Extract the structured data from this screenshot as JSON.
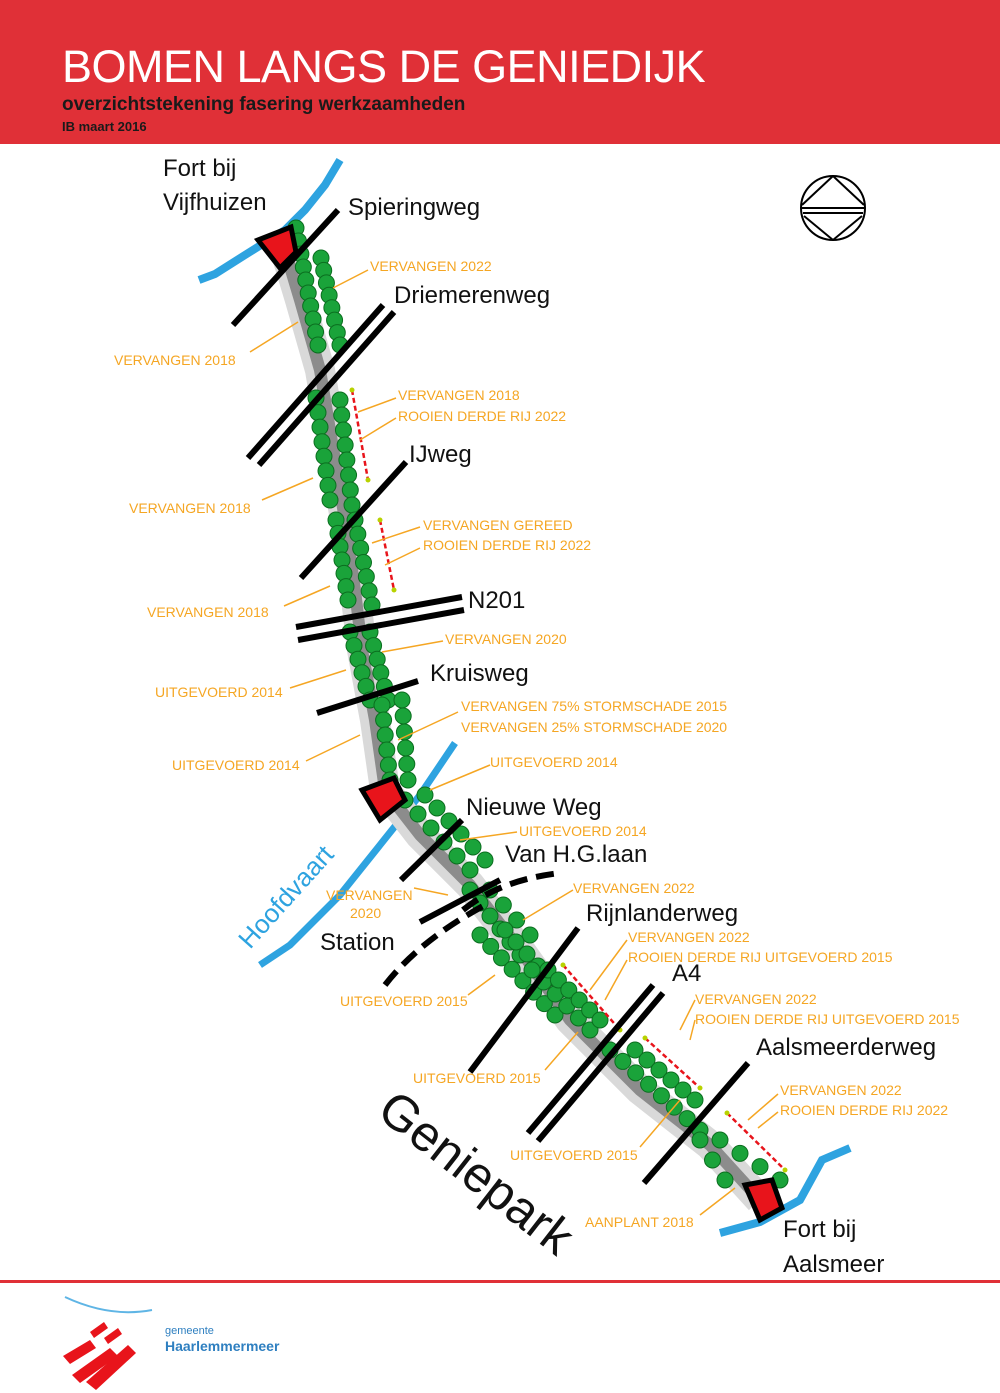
{
  "header": {
    "title": "BOMEN LANGS DE GENIEDIJK",
    "subtitle": "overzichtstekening fasering werkzaamheden",
    "dateline": "IB maart 2016"
  },
  "places": {
    "fort_north_line1": "Fort bij",
    "fort_north_line2": "Vijfhuizen",
    "fort_south_line1": "Fort bij",
    "fort_south_line2": "Aalsmeer",
    "station": "Station",
    "geniepark": "Geniepark",
    "hoofdvaart": "Hoofdvaart"
  },
  "roads": {
    "spieringweg": "Spieringweg",
    "driemerenweg": "Driemerenweg",
    "ijweg": "IJweg",
    "n201": "N201",
    "kruisweg": "Kruisweg",
    "nieuwe_weg": "Nieuwe Weg",
    "van_hg_laan": "Van H.G.laan",
    "rijnlanderweg": "Rijnlanderweg",
    "a4": "A4",
    "aalsmeerderweg": "Aalsmeerderweg"
  },
  "notes": {
    "n1": "VERVANGEN 2022",
    "n2": "VERVANGEN 2018",
    "n3": "VERVANGEN 2018",
    "n4": "ROOIEN DERDE RIJ 2022",
    "n5": "VERVANGEN 2018",
    "n6": "VERVANGEN GEREED",
    "n7": "ROOIEN DERDE RIJ 2022",
    "n8": "VERVANGEN 2018",
    "n9": "VERVANGEN 2020",
    "n10": "UITGEVOERD 2014",
    "n11": "VERVANGEN 75% STORMSCHADE 2015",
    "n12": "VERVANGEN 25% STORMSCHADE 2020",
    "n13": "UITGEVOERD 2014",
    "n14": "UITGEVOERD 2014",
    "n15": "UITGEVOERD 2014",
    "n16a": "VERVANGEN",
    "n16b": "2020",
    "n17": "VERVANGEN 2022",
    "n18": "VERVANGEN 2022",
    "n19": "ROOIEN DERDE RIJ UITGEVOERD 2015",
    "n20": "UITGEVOERD 2015",
    "n21": "VERVANGEN 2022",
    "n22": "ROOIEN DERDE RIJ UITGEVOERD 2015",
    "n23": "UITGEVOERD 2015",
    "n24": "VERVANGEN 2022",
    "n25": "ROOIEN DERDE RIJ 2022",
    "n26": "UITGEVOERD 2015",
    "n27": "AANPLANT 2018"
  },
  "logo": {
    "small": "gemeente",
    "big": "Haarlemmermeer"
  },
  "colors": {
    "header_red": "#e03037",
    "tree_green": "#1aa33a",
    "tree_outline": "#0b6e1f",
    "path_gray": "#8c8c8c",
    "water_blue": "#2ea3e0",
    "note_orange": "#f5a623",
    "fort_red": "#e8141b"
  },
  "icons": {
    "north_arrow": "north-arrow-icon",
    "fort": "fort-icon",
    "logo": "haarlemmermeer-logo-icon"
  }
}
